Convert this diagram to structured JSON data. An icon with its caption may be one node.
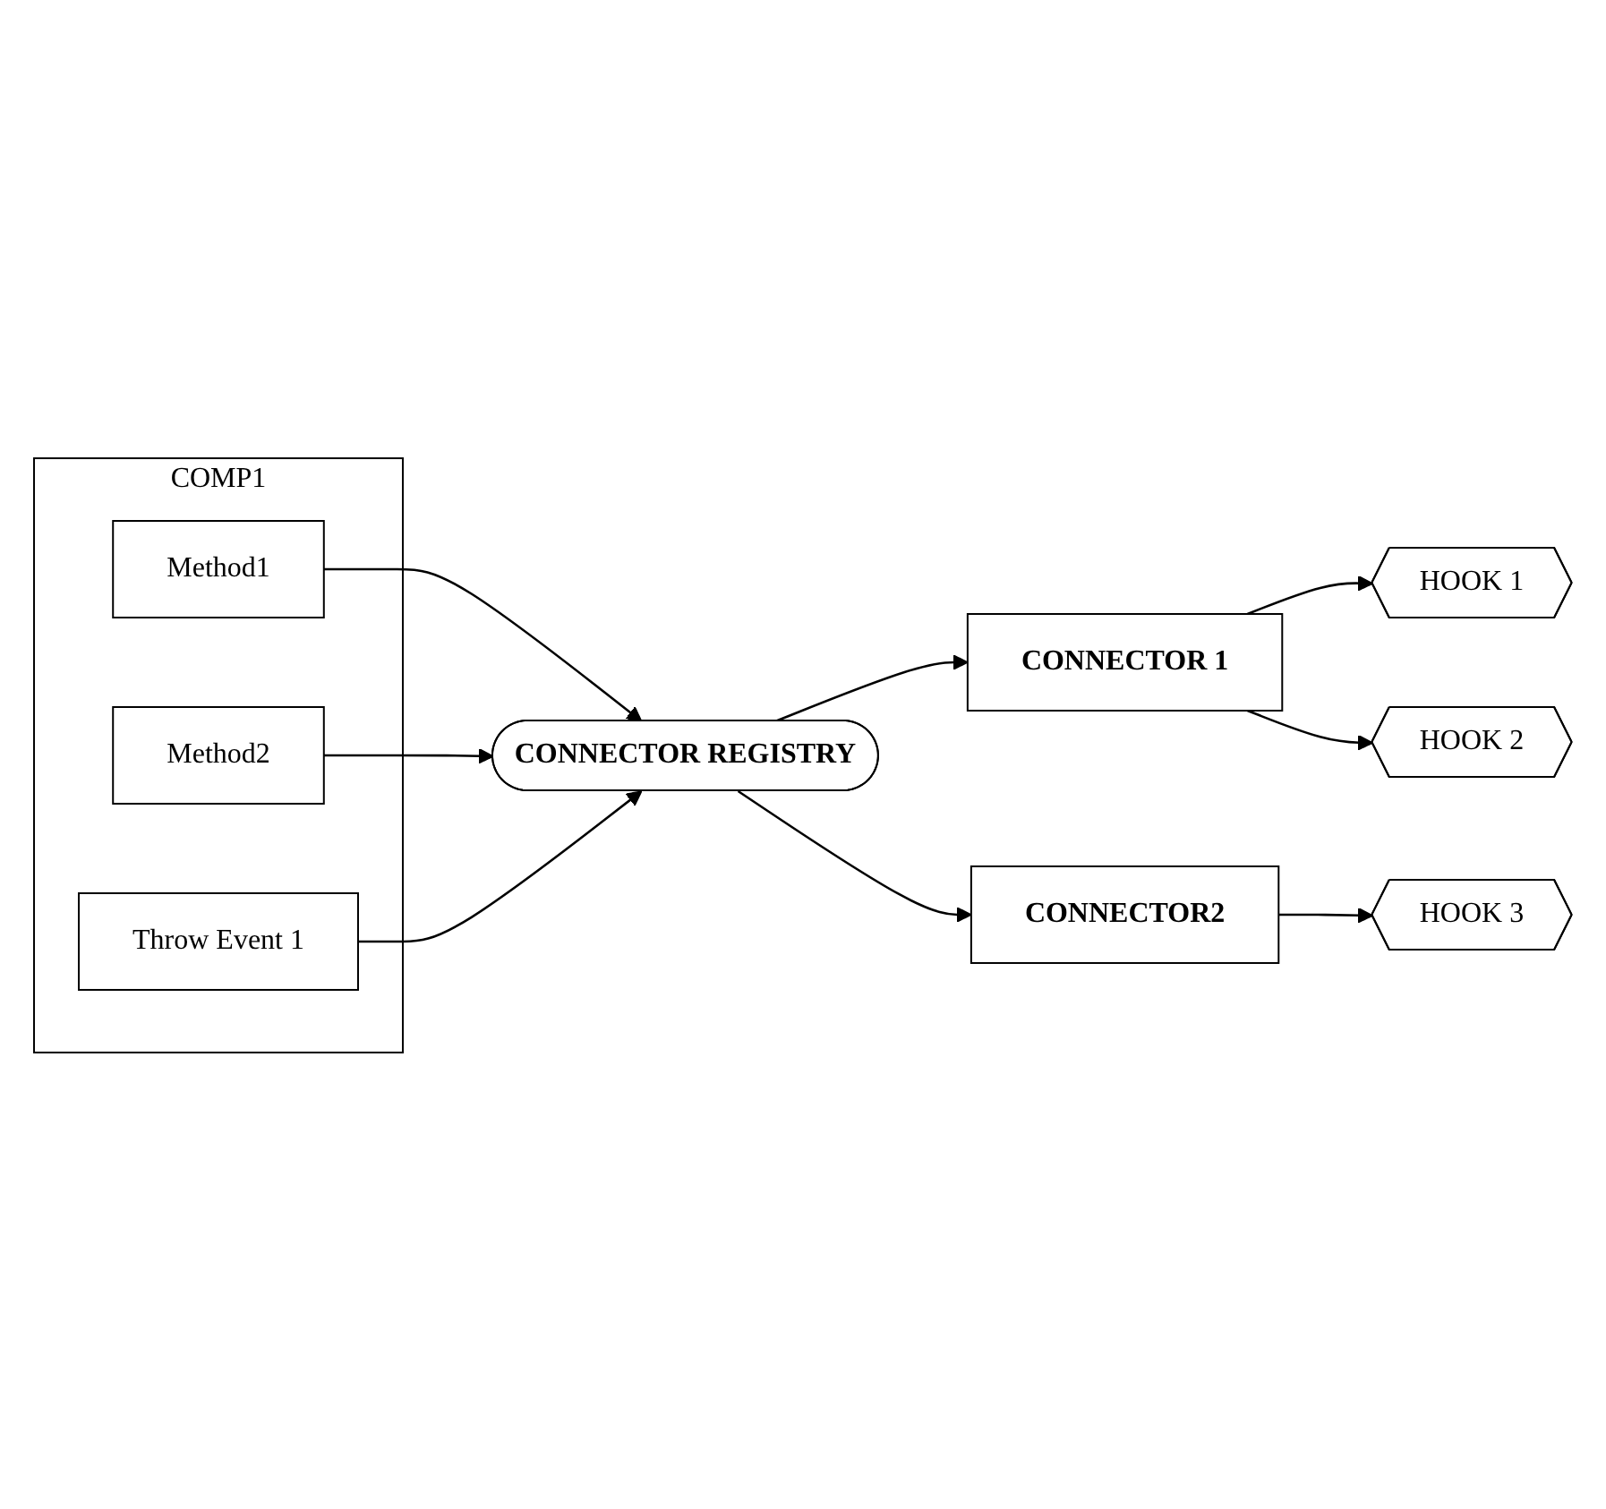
{
  "diagram": {
    "nodes": [
      {
        "text": [
          "COMP1"
        ]
      },
      {
        "text": [
          "Method1"
        ],
        "in": 0
      },
      {
        "text": [
          "Method2"
        ],
        "in": 0
      },
      {
        "text": [
          "Throw Event 1"
        ],
        "in": 0
      },
      {
        "text": [
          "CONNECTOR REGISTRY"
        ]
      },
      {
        "text": [
          "CONNECTOR 1"
        ]
      },
      {
        "text": [
          "HOOK 1"
        ]
      },
      {
        "text": [
          "HOOK 2"
        ]
      },
      {
        "text": [
          "CONNECTOR2"
        ]
      },
      {
        "text": [
          "HOOK 3"
        ]
      }
    ],
    "edges": [
      {
        "from": 1,
        "to": 4,
        "arrow": "to"
      },
      {
        "from": 2,
        "to": 4,
        "arrow": "to"
      },
      {
        "from": 3,
        "to": 4,
        "arrow": "to"
      },
      {
        "from": 4,
        "to": 5,
        "arrow": "to"
      },
      {
        "from": 5,
        "to": 6,
        "arrow": "to"
      },
      {
        "from": 5,
        "to": 7,
        "arrow": "to"
      },
      {
        "from": 4,
        "to": 8,
        "arrow": "to"
      },
      {
        "from": 8,
        "to": 9,
        "arrow": "to"
      }
    ]
  }
}
